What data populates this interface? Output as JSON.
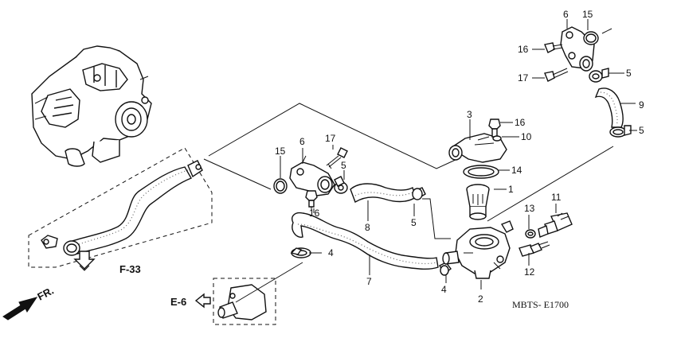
{
  "diagram": {
    "callouts": [
      {
        "id": "c1",
        "text": "1"
      },
      {
        "id": "c2",
        "text": "2"
      },
      {
        "id": "c3",
        "text": "3"
      },
      {
        "id": "c4a",
        "text": "4"
      },
      {
        "id": "c4b",
        "text": "4"
      },
      {
        "id": "c5a",
        "text": "5"
      },
      {
        "id": "c5b",
        "text": "5"
      },
      {
        "id": "c5c",
        "text": "5"
      },
      {
        "id": "c5d",
        "text": "5"
      },
      {
        "id": "c6a",
        "text": "6"
      },
      {
        "id": "c6b",
        "text": "6"
      },
      {
        "id": "c7",
        "text": "7"
      },
      {
        "id": "c8",
        "text": "8"
      },
      {
        "id": "c9",
        "text": "9"
      },
      {
        "id": "c10",
        "text": "10"
      },
      {
        "id": "c11",
        "text": "11"
      },
      {
        "id": "c12",
        "text": "12"
      },
      {
        "id": "c13",
        "text": "13"
      },
      {
        "id": "c14",
        "text": "14"
      },
      {
        "id": "c15a",
        "text": "15"
      },
      {
        "id": "c15b",
        "text": "15"
      },
      {
        "id": "c16a",
        "text": "16"
      },
      {
        "id": "c16b",
        "text": "16"
      },
      {
        "id": "c16c",
        "text": "16"
      },
      {
        "id": "c17a",
        "text": "17"
      },
      {
        "id": "c17b",
        "text": "17"
      }
    ],
    "references": {
      "f33": "F-33",
      "e6": "E-6",
      "fr": "FR."
    },
    "diagram_code": "MBTS- E1700"
  }
}
